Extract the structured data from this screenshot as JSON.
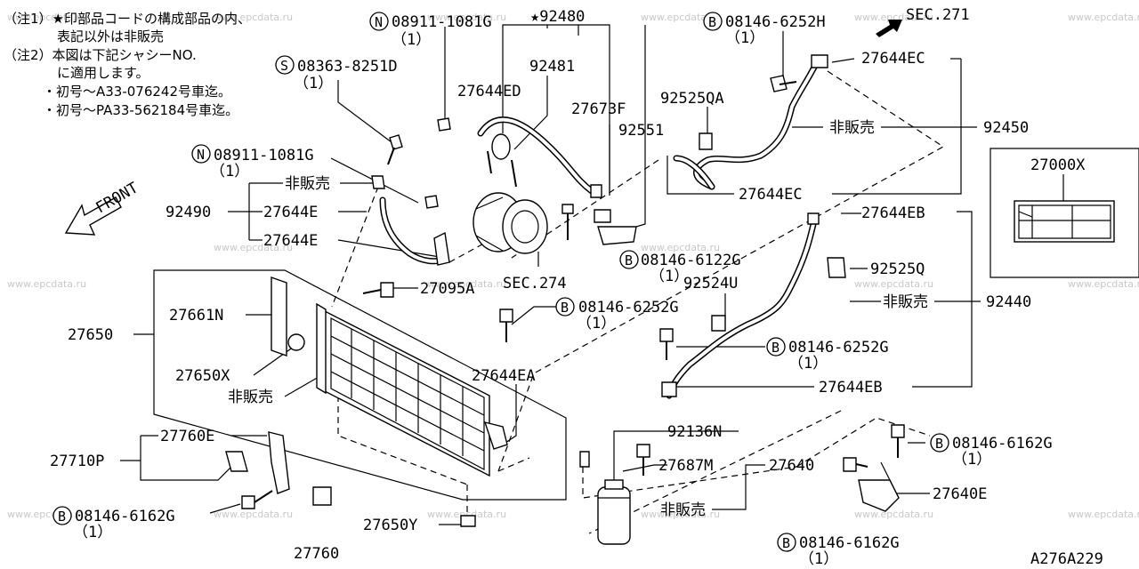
{
  "watermark": "www.epcdata.ru",
  "notes": [
    "（注1）★印部品コードの構成部品の内、",
    "表記以外は非販売",
    "（注2）本図は下記シャシーNO.",
    "に適用します。",
    "・初号～A33-076242号車迄。",
    "・初号～PA33-562184号車迄。"
  ],
  "drawing_code": "A276A229",
  "legend_box_label": "27000X",
  "front_label": "FRONT",
  "labels": {
    "n08911_top": "08911-1081G",
    "n08911_top_qty": "（1）",
    "s08363": "08363-8251D",
    "s08363_qty": "（1）",
    "n08911_left": "08911-1081G",
    "n08911_left_qty": "（1）",
    "b08146_6252h": "08146-6252H",
    "b08146_6252h_qty": "（1）",
    "b08146_6122g": "08146-6122G",
    "b08146_6122g_qty": "（1）",
    "b08146_6252g_mid": "08146-6252G",
    "b08146_6252g_mid_qty": "（1）",
    "b08146_6252g_right": "08146-6252G",
    "b08146_6252g_right_qty": "（1）",
    "b08146_6162g_right": "08146-6162G",
    "b08146_6162g_right_qty": "（1）",
    "b08146_6162g_left": "08146-6162G",
    "b08146_6162g_left_qty": "（1）",
    "b08146_6162g_bottom": "08146-6162G",
    "b08146_6162g_bottom_qty": "（1）",
    "p92480": "★92480",
    "p92481": "92481",
    "p27644ed": "27644ED",
    "p27673f": "27673F",
    "p92551": "92551",
    "p92525qa": "92525QA",
    "p27644ec_top": "27644EC",
    "p27644ec_mid": "27644EC",
    "p92450": "92450",
    "hihanbai_92450": "非販売",
    "sec271": "SEC.271",
    "sec274": "SEC.274",
    "p27644eb_top": "27644EB",
    "p92525q": "92525Q",
    "p92524u": "92524U",
    "p92440": "92440",
    "hihanbai_92440": "非販売",
    "p27644eb_bottom": "27644EB",
    "hihanbai_left": "非販売",
    "p92490": "92490",
    "p27644e_1": "27644E",
    "p27644e_2": "27644E",
    "p27095a": "27095A",
    "p27650": "27650",
    "p27661n": "27661N",
    "p27650x": "27650X",
    "hihanbai_cond": "非販売",
    "p27644ea": "27644EA",
    "p27760e": "27760E",
    "p27710p": "27710P",
    "p27760": "27760",
    "p27650y": "27650Y",
    "p92136n": "92136N",
    "p27687m": "27687M",
    "p27640": "27640",
    "hihanbai_dryer": "非販売",
    "p27640e": "27640E"
  },
  "circle_letters": {
    "N": "N",
    "S": "S",
    "B": "B"
  }
}
